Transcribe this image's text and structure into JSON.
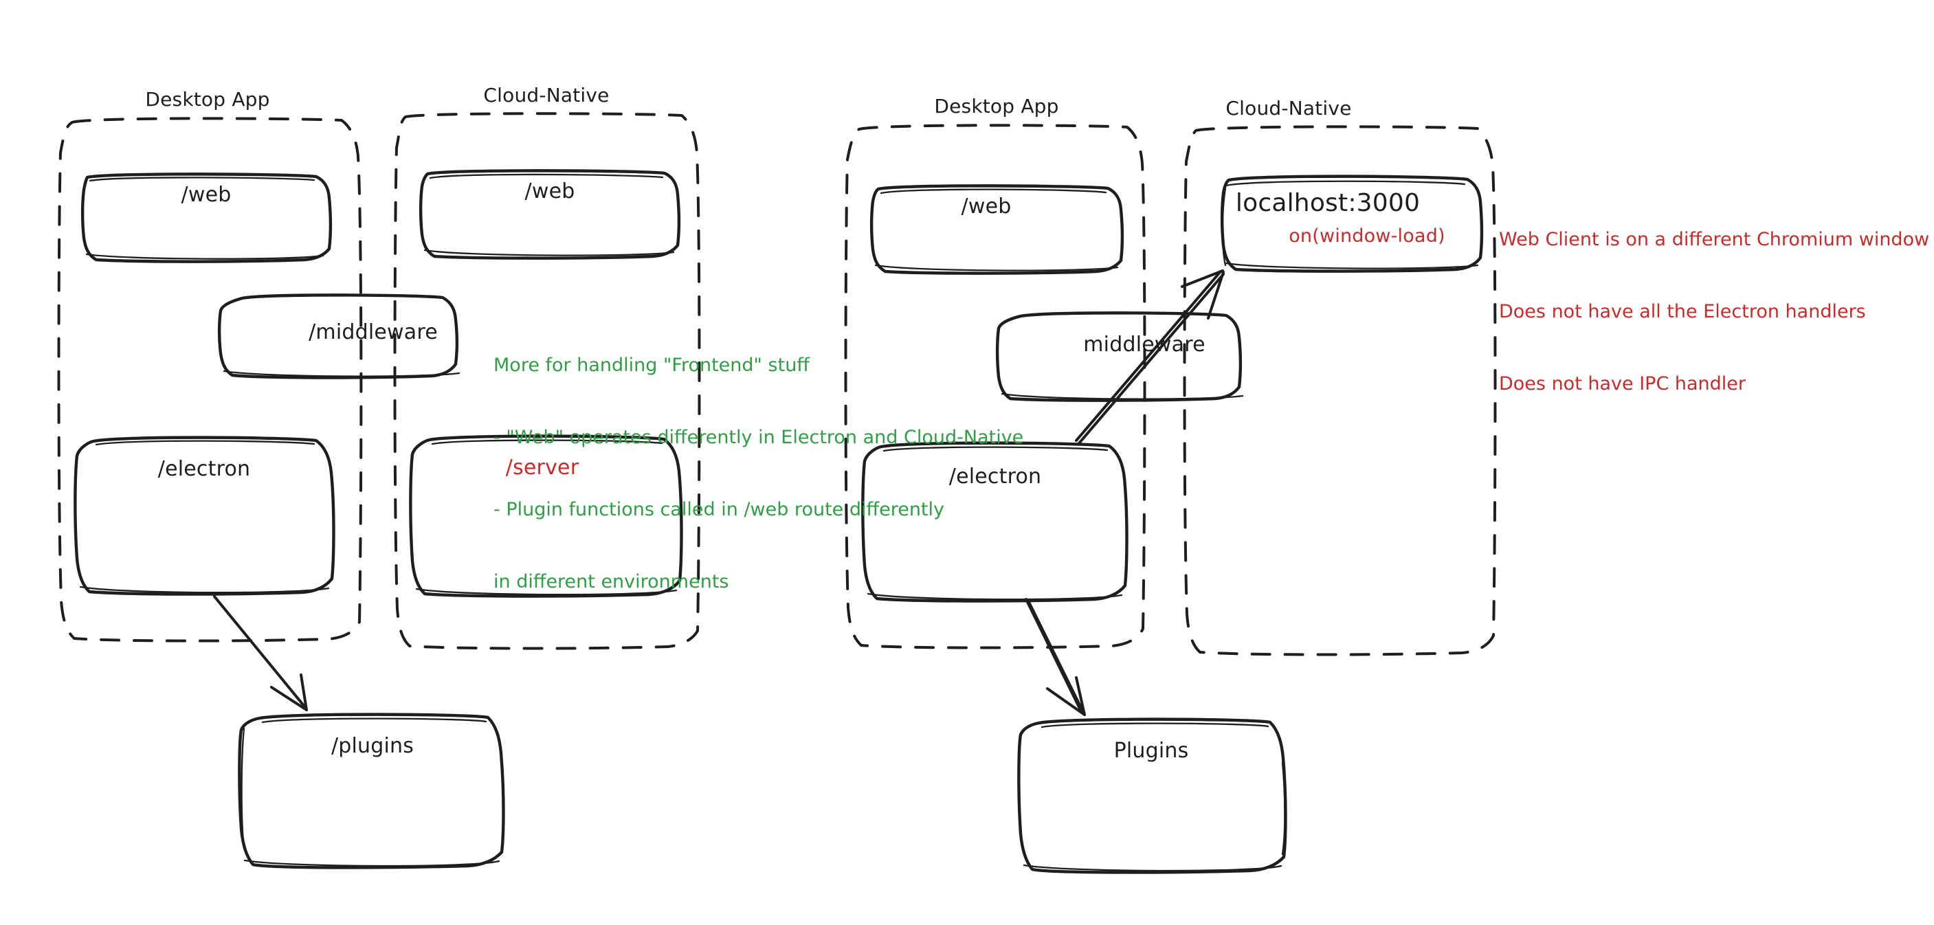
{
  "meta": {
    "background": "#ffffff",
    "stroke_color": "#1e1e1e",
    "green": "#2f9e44",
    "red": "#c92a2a"
  },
  "diagrams": [
    {
      "id": "left-diagram",
      "groups": [
        {
          "id": "left-desktop-app",
          "title": "Desktop App",
          "boxes": [
            {
              "id": "left-desktop-web",
              "label": "/web",
              "color": "#1e1e1e"
            },
            {
              "id": "left-electron",
              "label": "/electron",
              "color": "#1e1e1e"
            }
          ]
        },
        {
          "id": "left-cloud-native",
          "title": "Cloud-Native",
          "boxes": [
            {
              "id": "left-cloud-web",
              "label": "/web",
              "color": "#1e1e1e"
            },
            {
              "id": "left-server",
              "label": "/server",
              "color": "#c92a2a"
            }
          ]
        }
      ],
      "straddling_boxes": [
        {
          "id": "left-middleware",
          "label": "/middleware",
          "color": "#1e1e1e"
        }
      ],
      "outer_boxes": [
        {
          "id": "left-plugins",
          "label": "/plugins",
          "color": "#1e1e1e"
        }
      ],
      "arrows": [
        {
          "id": "left-electron-to-plugins",
          "from": "/electron",
          "to": "/plugins"
        }
      ]
    },
    {
      "id": "right-diagram",
      "groups": [
        {
          "id": "right-desktop-app",
          "title": "Desktop App",
          "boxes": [
            {
              "id": "right-desktop-web",
              "label": "/web",
              "color": "#1e1e1e"
            },
            {
              "id": "right-electron",
              "label": "/electron",
              "color": "#1e1e1e"
            }
          ]
        },
        {
          "id": "right-cloud-native",
          "title": "Cloud-Native",
          "boxes": [
            {
              "id": "right-localhost",
              "label": "localhost:3000",
              "sublabel": "on(window-load)",
              "color": "#1e1e1e",
              "sublabel_color": "#c92a2a"
            }
          ]
        }
      ],
      "straddling_boxes": [
        {
          "id": "right-middleware",
          "label": "middleware",
          "color": "#1e1e1e"
        }
      ],
      "outer_boxes": [
        {
          "id": "right-plugins",
          "label": "Plugins",
          "color": "#1e1e1e"
        }
      ],
      "arrows": [
        {
          "id": "right-electron-to-plugins",
          "from": "/electron",
          "to": "Plugins"
        },
        {
          "id": "right-electron-to-localhost",
          "from": "/electron",
          "to": "localhost:3000"
        }
      ]
    }
  ],
  "annotations": {
    "green_note": {
      "id": "frontend-note",
      "color": "#2f9e44",
      "lines": [
        "More for handling \"Frontend\" stuff",
        "- \"Web\" operates differently in Electron and Cloud-Native",
        "- Plugin functions called in /web route differently",
        "in different environments"
      ]
    },
    "red_note": {
      "id": "web-client-note",
      "color": "#c92a2a",
      "lines": [
        "Web Client is on a different Chromium window",
        "Does not have all the Electron handlers",
        "Does not have IPC handler"
      ]
    }
  }
}
